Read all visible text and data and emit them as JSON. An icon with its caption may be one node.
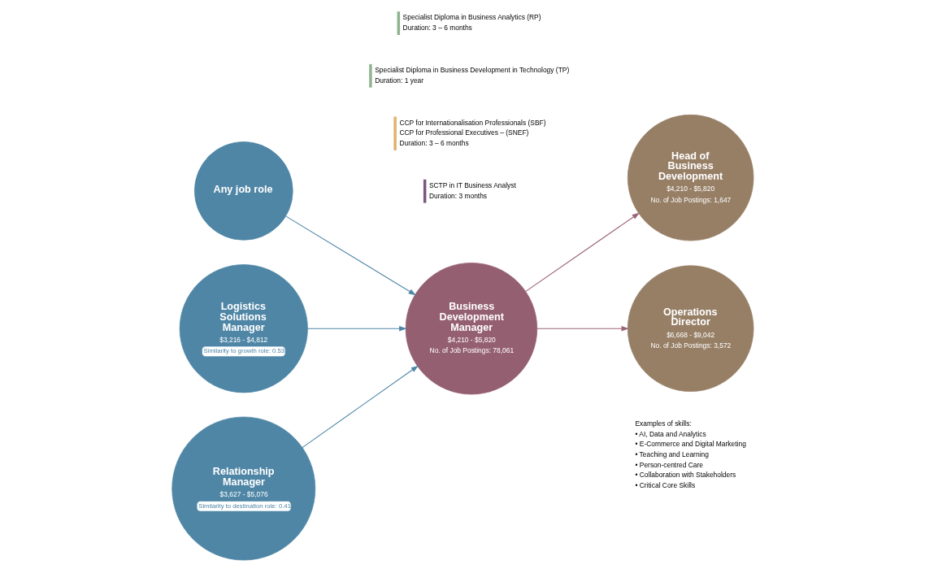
{
  "diagram": {
    "nodes": [
      {
        "text": [
          "Any job role"
        ]
      },
      {
        "text": [
          "Logistics Solutions Manager",
          "$3,216 - $4,812",
          "Similarity to growth role: 0.53"
        ]
      },
      {
        "text": [
          "Relationship Manager",
          "$3,627 - $5,076",
          "Similarity to destination role: 0.41"
        ]
      },
      {
        "text": [
          "Business Development Manager",
          "$4,210 - $5,820",
          "No. of Job Postings: 78,061"
        ]
      },
      {
        "text": [
          "Head of Business Development",
          "$4,210 - $5,820",
          "No. of Job Postings: 1,647"
        ]
      },
      {
        "text": [
          "Operations Director",
          "$6,668 - $9,042",
          "No. of Job Postings: 3,572"
        ]
      }
    ],
    "edges": [
      {
        "from": 0,
        "to": 3,
        "arrow": "to"
      },
      {
        "from": 1,
        "to": 3,
        "arrow": "to"
      },
      {
        "from": 2,
        "to": 3,
        "arrow": "to"
      },
      {
        "from": 3,
        "to": 4,
        "arrow": "to",
        "color": "#9b6276"
      },
      {
        "from": 3,
        "to": 5,
        "arrow": "to",
        "color": "#9b6276"
      }
    ],
    "labels": [
      "SCTP in IT Business Analyst",
      "Duration: 3 months",
      "CCP for Internationalisation Professionals (SBF)",
      "CCP for Professional Executives – (SNEF)",
      "Duration: 3 – 6 months",
      "Specialist Diploma in Business Development in Technology (TP)",
      "Duration: 1 year",
      "Specialist Diploma in Business Analytics (RP)",
      "Duration: 3 – 6 months",
      "Examples of skills:",
      "• AI, Data and Analytics",
      "• E-Commerce and Digital Marketing",
      "• Teaching and Learning",
      "• Person-centred Care",
      "• Collaboration with Stakeholders",
      "• Critical Core Skills"
    ]
  }
}
